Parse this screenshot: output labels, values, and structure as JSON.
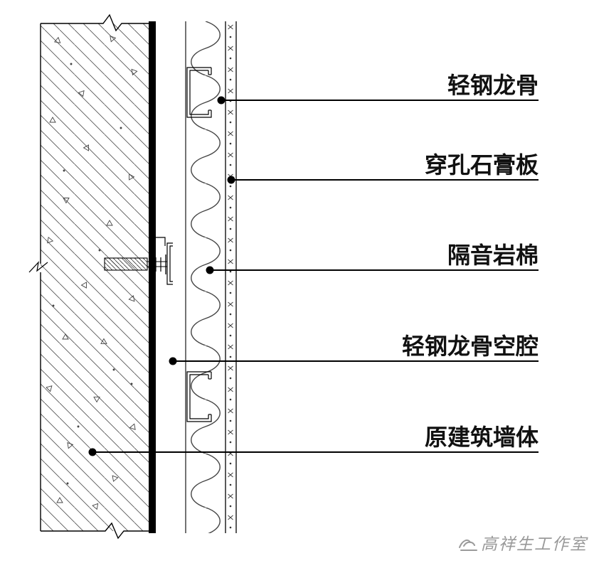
{
  "drawing": {
    "type": "architectural-wall-section-detail",
    "labels": {
      "light_steel_keel": "轻钢龙骨",
      "perforated_gypsum_board": "穿孔石膏板",
      "sound_insulation_rock_wool": "隔音岩棉",
      "keel_cavity": "轻钢龙骨空腔",
      "original_wall": "原建筑墙体"
    },
    "components": [
      "concrete-existing-wall",
      "expansion-anchor-bolt",
      "c-shaped-steel-stud",
      "rock-wool-insulation",
      "air-cavity",
      "perforated-gypsum-board"
    ],
    "colors": {
      "line": "#000000",
      "hatch": "#555555",
      "insulation": "#444444",
      "watermark": "#9a9a9a",
      "background": "#ffffff"
    }
  },
  "watermark": {
    "studio_name": "高祥生工作室",
    "logo": "hand-sketch-logo"
  }
}
